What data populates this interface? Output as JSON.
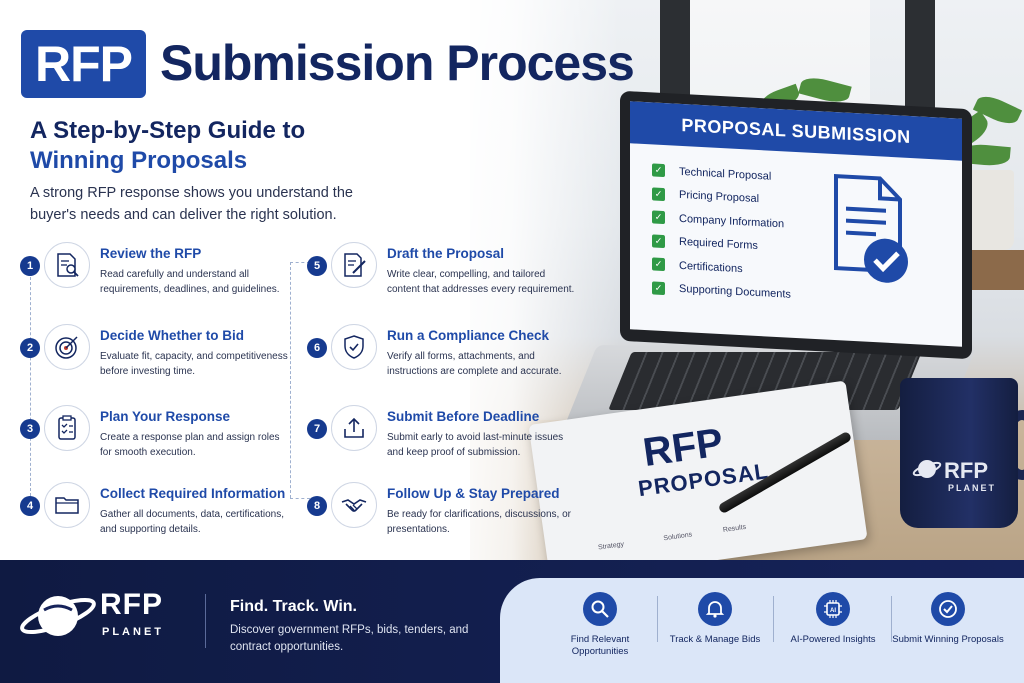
{
  "header": {
    "title_badge": "RFP",
    "title_rest": "Submission Process",
    "subtitle_line1": "A Step-by-Step Guide to",
    "subtitle_line2": "Winning Proposals",
    "intro": "A strong RFP response shows you understand the buyer's needs and can deliver the right solution."
  },
  "steps": [
    {
      "number": "1",
      "title": "Review the RFP",
      "desc": "Read carefully and understand all requirements, deadlines, and guidelines.",
      "icon": "document-search-icon"
    },
    {
      "number": "2",
      "title": "Decide Whether to Bid",
      "desc": "Evaluate fit, capacity, and competitiveness before investing time.",
      "icon": "target-icon"
    },
    {
      "number": "3",
      "title": "Plan Your Response",
      "desc": "Create a response plan and assign roles for smooth execution.",
      "icon": "clipboard-checklist-icon"
    },
    {
      "number": "4",
      "title": "Collect Required Information",
      "desc": "Gather all documents, data, certifications, and supporting details.",
      "icon": "folder-icon"
    },
    {
      "number": "5",
      "title": "Draft the Proposal",
      "desc": "Write clear, compelling, and tailored content that addresses every requirement.",
      "icon": "document-edit-icon"
    },
    {
      "number": "6",
      "title": "Run a Compliance Check",
      "desc": "Verify all forms, attachments, and instructions are complete and accurate.",
      "icon": "shield-check-icon"
    },
    {
      "number": "7",
      "title": "Submit Before Deadline",
      "desc": "Submit early to avoid last-minute issues and keep proof of submission.",
      "icon": "upload-icon"
    },
    {
      "number": "8",
      "title": "Follow Up & Stay Prepared",
      "desc": "Be ready for clarifications, discussions, or presentations.",
      "icon": "handshake-icon"
    }
  ],
  "laptop": {
    "header": "PROPOSAL SUBMISSION",
    "items": [
      "Technical Proposal",
      "Pricing Proposal",
      "Company Information",
      "Required Forms",
      "Certifications",
      "Supporting Documents"
    ]
  },
  "notebook": {
    "title": "RFP",
    "subtitle": "PROPOSAL",
    "labels": [
      "Strategy",
      "Solutions",
      "Results"
    ]
  },
  "mug": {
    "brand": "RFP",
    "brand_sub": "PLANET"
  },
  "footer": {
    "logo_main": "RFP",
    "logo_sub": "PLANET",
    "tagline": "Find. Track. Win.",
    "description": "Discover government RFPs, bids, tenders, and contract opportunities.",
    "features": [
      {
        "label": "Find Relevant Opportunities",
        "icon": "search-icon"
      },
      {
        "label": "Track & Manage Bids",
        "icon": "bell-icon"
      },
      {
        "label": "AI-Powered Insights",
        "icon": "ai-chip-icon"
      },
      {
        "label": "Submit Winning Proposals",
        "icon": "check-circle-icon"
      }
    ]
  },
  "colors": {
    "navy": "#132660",
    "blue": "#1f4aa8",
    "footer": "#0f1a42",
    "check_green": "#2f9a46"
  }
}
